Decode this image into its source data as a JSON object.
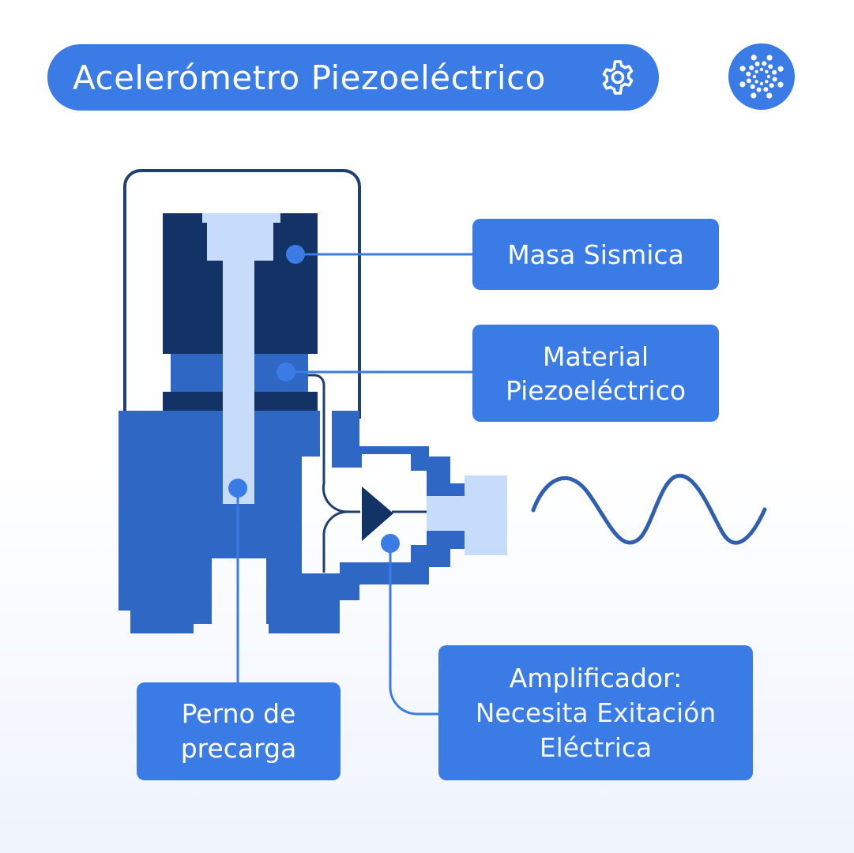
{
  "header": {
    "title": "Acelerómetro Piezoeléctrico",
    "title_icon": "gear-icon",
    "logo_icon": "dot-pattern-logo-icon"
  },
  "labels": {
    "masa": "Masa Sismica",
    "material_line1": "Material",
    "material_line2": "Piezoeléctrico",
    "perno_line1": "Perno de",
    "perno_line2": "precarga",
    "amplificador_line1": "Amplificador:",
    "amplificador_line2": "Necesita Exitación",
    "amplificador_line3": "Eléctrica"
  },
  "colors": {
    "accent": "#3a7be6",
    "dark_navy": "#133367",
    "mid_blue": "#2f67c4",
    "light_blue": "#c7dcfa",
    "outline": "#1f3f73",
    "wave": "#2f5fae"
  }
}
